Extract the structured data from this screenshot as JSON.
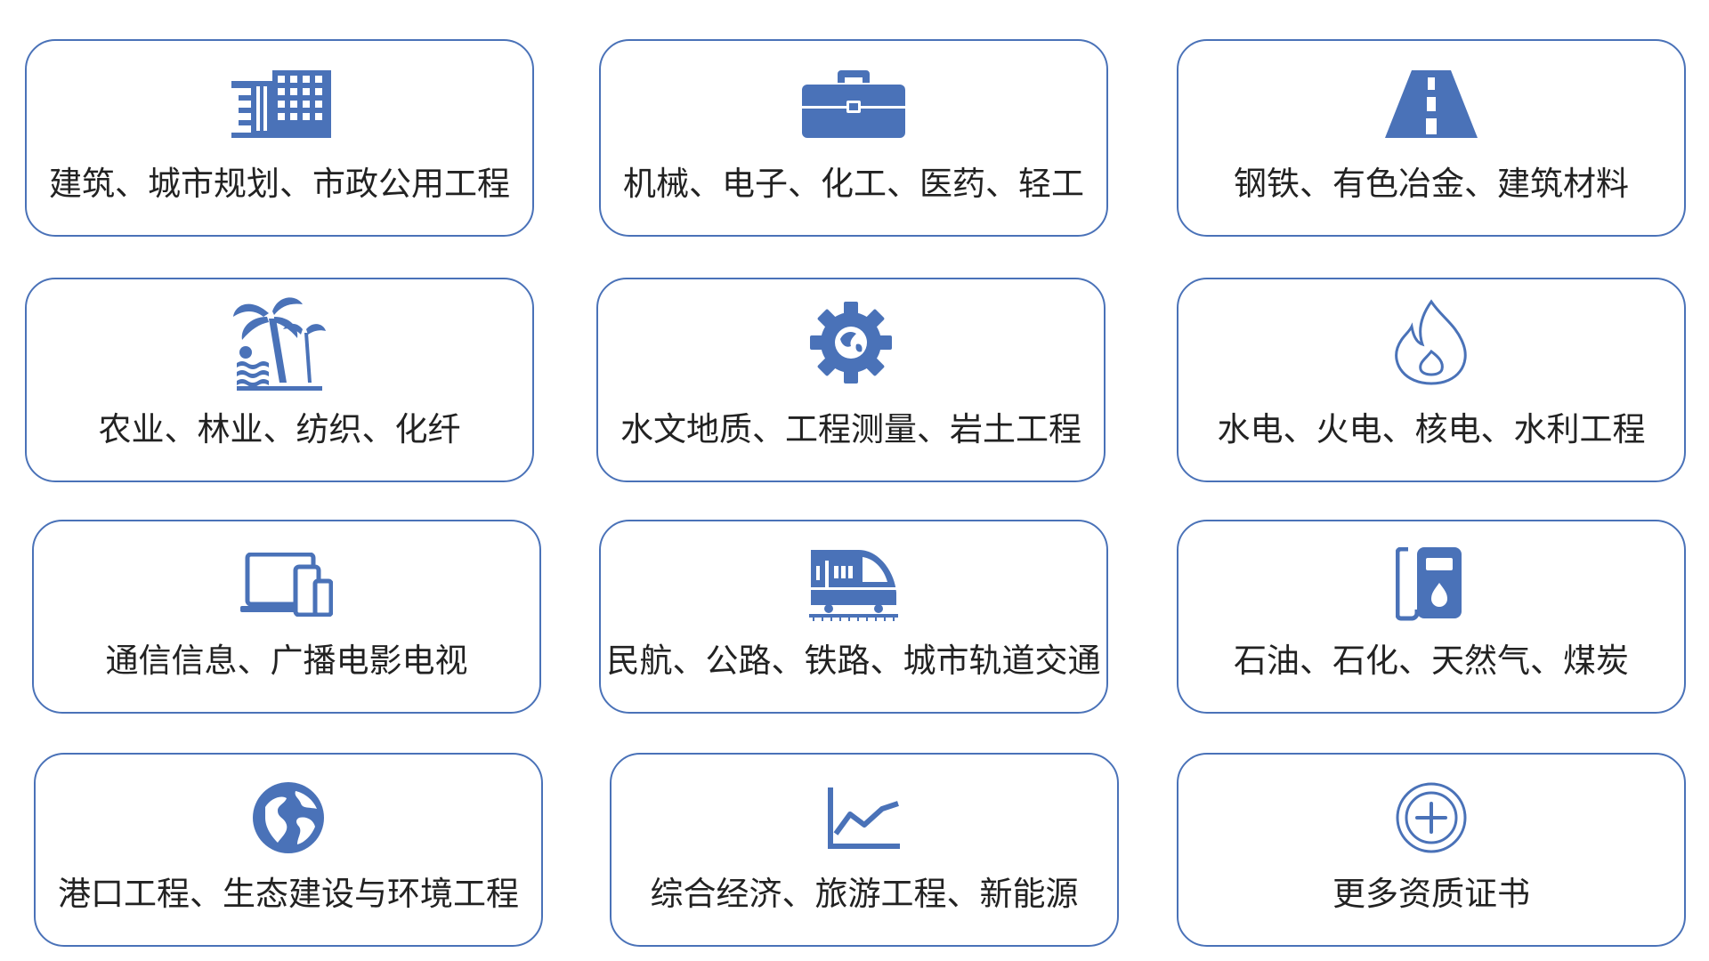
{
  "colors": {
    "accent": "#4a72b8",
    "text": "#222222",
    "border": "#4a72b8"
  },
  "cards": [
    {
      "label": "建筑、城市规划、市政公用工程",
      "icon": "building-icon"
    },
    {
      "label": "机械、电子、化工、医药、轻工",
      "icon": "toolbox-icon"
    },
    {
      "label": "钢铁、有色冶金、建筑材料",
      "icon": "road-icon"
    },
    {
      "label": "农业、林业、纺织、化纤",
      "icon": "palm-tree-icon"
    },
    {
      "label": "水文地质、工程测量、岩土工程",
      "icon": "gear-icon"
    },
    {
      "label": "水电、火电、核电、水利工程",
      "icon": "flame-icon"
    },
    {
      "label": "通信信息、广播电影电视",
      "icon": "devices-icon"
    },
    {
      "label": "民航、公路、铁路、城市轨道交通",
      "icon": "train-icon"
    },
    {
      "label": "石油、石化、天然气、煤炭",
      "icon": "fuel-pump-icon"
    },
    {
      "label": "港口工程、生态建设与环境工程",
      "icon": "globe-icon"
    },
    {
      "label": "综合经济、旅游工程、新能源",
      "icon": "line-chart-icon"
    },
    {
      "label": "更多资质证书",
      "icon": "plus-circle-icon"
    }
  ]
}
